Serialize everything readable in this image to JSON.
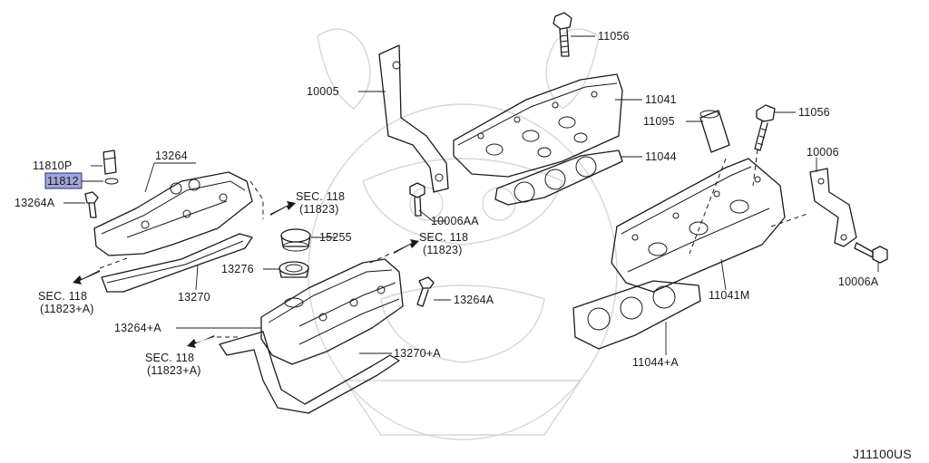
{
  "diagram": {
    "code": "J11100US",
    "highlighted_part": "11812",
    "labels": {
      "p11056_top": "11056",
      "p10005": "10005",
      "p11041": "11041",
      "p11095": "11095",
      "p11056_right": "11056",
      "p11044": "11044",
      "p10006": "10006",
      "p10006AA": "10006AA",
      "p10006A": "10006A",
      "p11041M": "11041M",
      "p11044A": "11044+A",
      "p11810P": "11810P",
      "p11812": "11812",
      "p13264": "13264",
      "p13264A_left": "13264A",
      "p15255": "15255",
      "p13276": "13276",
      "p13270": "13270",
      "p13264A_mid": "13264A",
      "p13264pA": "13264+A",
      "p13270pA": "13270+A",
      "sec1_l1": "SEC. 118",
      "sec1_l2": "(11823)",
      "sec2_l1": "SEC. 118",
      "sec2_l2": "(11823)",
      "sec3_l1": "SEC. 118",
      "sec3_l2": "(11823+A)",
      "sec4_l1": "SEC. 118",
      "sec4_l2": "(11823+A)"
    }
  }
}
